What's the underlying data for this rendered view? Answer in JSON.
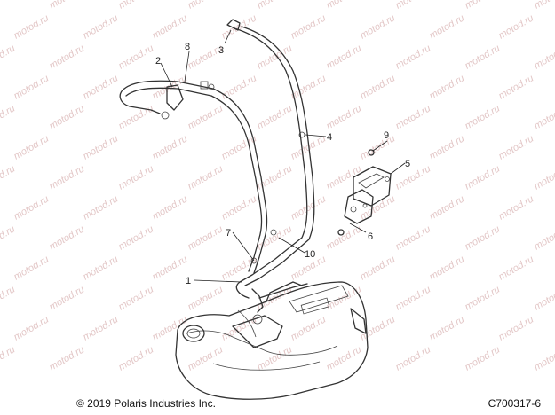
{
  "diagram": {
    "watermark_text": "motod.ru",
    "copyright": "© 2019 Polaris Industries Inc.",
    "code": "C700317-6",
    "callouts": [
      {
        "id": "c1",
        "label": "1"
      },
      {
        "id": "c2",
        "label": "2"
      },
      {
        "id": "c3",
        "label": "3"
      },
      {
        "id": "c4",
        "label": "4"
      },
      {
        "id": "c5",
        "label": "5"
      },
      {
        "id": "c6",
        "label": "6"
      },
      {
        "id": "c7",
        "label": "7"
      },
      {
        "id": "c8",
        "label": "8"
      },
      {
        "id": "c9",
        "label": "9"
      },
      {
        "id": "c10",
        "label": "10"
      }
    ]
  },
  "colors": {
    "line": "#333333",
    "watermark": "#e3c7c7",
    "background": "#ffffff"
  }
}
